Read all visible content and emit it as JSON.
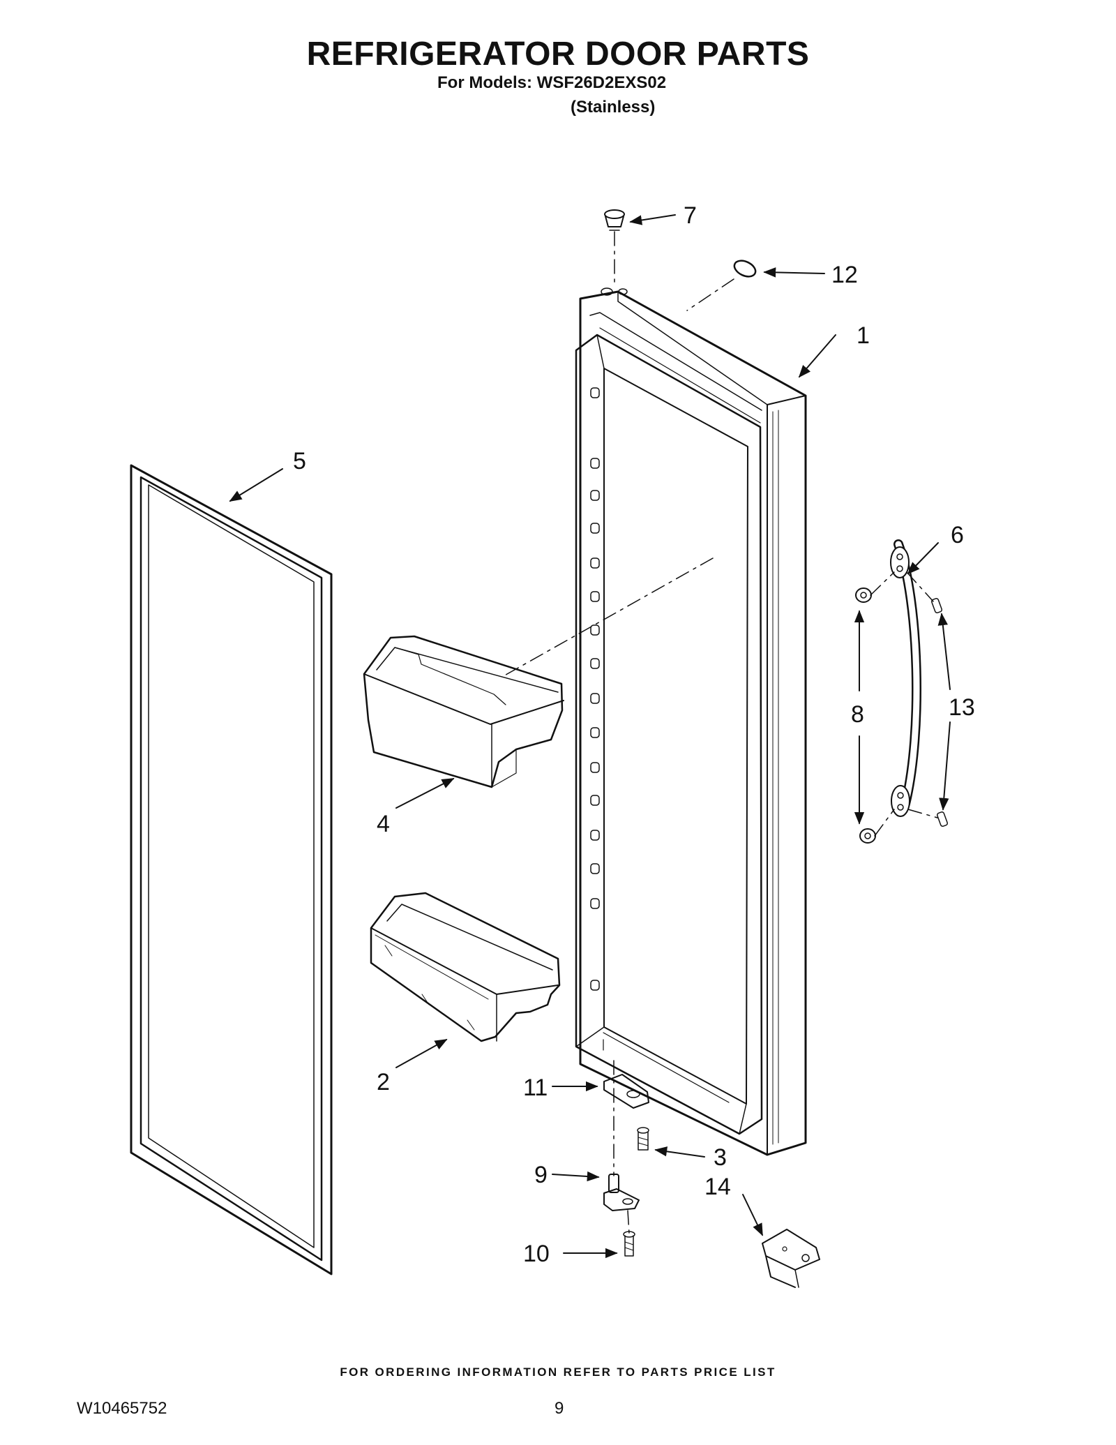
{
  "header": {
    "title": "REFRIGERATOR DOOR PARTS",
    "models_line": "For Models: WSF26D2EXS02",
    "finish_line": "(Stainless)"
  },
  "callouts": [
    "1",
    "2",
    "3",
    "4",
    "5",
    "6",
    "7",
    "8",
    "9",
    "10",
    "11",
    "12",
    "13",
    "14"
  ],
  "footer": {
    "ordering_note": "FOR ORDERING INFORMATION REFER TO PARTS PRICE LIST",
    "document_number": "W10465752",
    "page_number": "9"
  }
}
